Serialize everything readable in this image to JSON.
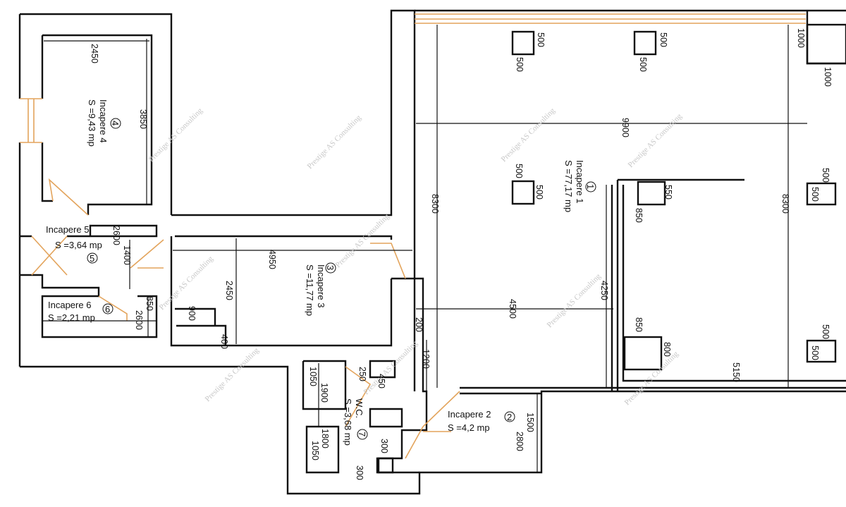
{
  "watermark": "Prestige AS Consulting",
  "colors": {
    "walls": "#111111",
    "doors_windows": "#e3a45c",
    "watermark": "#c8c8c8"
  },
  "rooms": [
    {
      "number": "1",
      "name": "Incapere 1",
      "area": "S =77,17 mp"
    },
    {
      "number": "2",
      "name": "Incapere 2",
      "area": "S =4,2 mp"
    },
    {
      "number": "3",
      "name": "Incapere 3",
      "area": "S =11,77 mp"
    },
    {
      "number": "4",
      "name": "Incapere 4",
      "area": "S =9,43 mp"
    },
    {
      "number": "5",
      "name": "Incapere 5",
      "area": "S =3,64 mp"
    },
    {
      "number": "6",
      "name": "Incapere 6",
      "area": "S =2,21 mp"
    },
    {
      "number": "7",
      "name": "W.C.",
      "area": "S =3,68 mp"
    }
  ],
  "dimensions": {
    "r4_width": "2450",
    "r4_height": "3850",
    "r5_a": "2600",
    "r5_b": "1400",
    "r6_a": "850",
    "r6_b": "2600",
    "r3_width": "4950",
    "r3_height": "2450",
    "r3_step": "900",
    "r3_small": "400",
    "r1_height_left": "8300",
    "r1_width": "9900",
    "r1_height_right": "8300",
    "r1_inner_width": "4500",
    "r1_inner_height": "4250",
    "r1_bottom": "5150",
    "col_500": "500",
    "col_550": "550",
    "col_850": "850",
    "col_800": "800",
    "top_1000": "1000",
    "corr_200": "200",
    "corr_1200": "1200",
    "wc_250": "250",
    "wc_450": "450",
    "wc_1050": "1050",
    "wc_1900": "1900",
    "wc_1800": "1800",
    "wc_300": "300",
    "r2_1500": "1500",
    "r2_2800": "2800"
  }
}
